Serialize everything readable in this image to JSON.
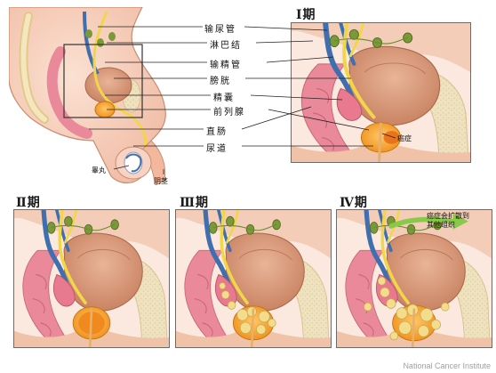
{
  "labels": {
    "ureter": "输尿管",
    "lymph_nodes": "淋巴结",
    "vas_deferens": "输精管",
    "bladder": "膀胱",
    "seminal_vesicle": "精囊",
    "prostate": "前列腺",
    "rectum": "直肠",
    "urethra": "尿道",
    "testis": "睾丸",
    "penis": "阴茎"
  },
  "stages": {
    "stage1": "Ⅰ期",
    "stage2": "Ⅱ期",
    "stage3": "Ⅲ期",
    "stage4": "Ⅳ期"
  },
  "notes": {
    "cancer": "癌症",
    "spread_line1": "癌症会扩散到",
    "spread_line2": "其他组织"
  },
  "credit": "National Cancer Institute",
  "colors": {
    "skin": "#f6c9b3",
    "bladder": "#d99b78",
    "ureter_blue": "#3f6fae",
    "nerve_yellow": "#f2d64a",
    "lymph_green": "#7a9a3a",
    "prostate_orange": "#f5a02a",
    "tumor_cream": "#f3dd8c",
    "rectum_pink": "#e9899a",
    "bone": "#efe2bf",
    "spread_arrow": "#88c94a"
  }
}
